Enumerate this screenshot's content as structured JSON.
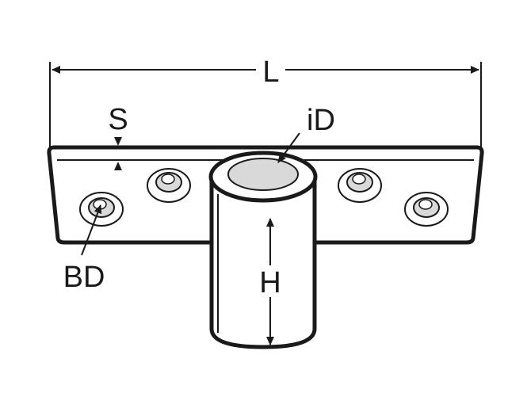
{
  "labels": {
    "length": "L",
    "thickness": "S",
    "inner_diameter": "iD",
    "bore_diameter": "BD",
    "height": "H"
  },
  "colors": {
    "line": "#1a1a1a",
    "shade": "#d9d9d9",
    "background": "#ffffff"
  }
}
